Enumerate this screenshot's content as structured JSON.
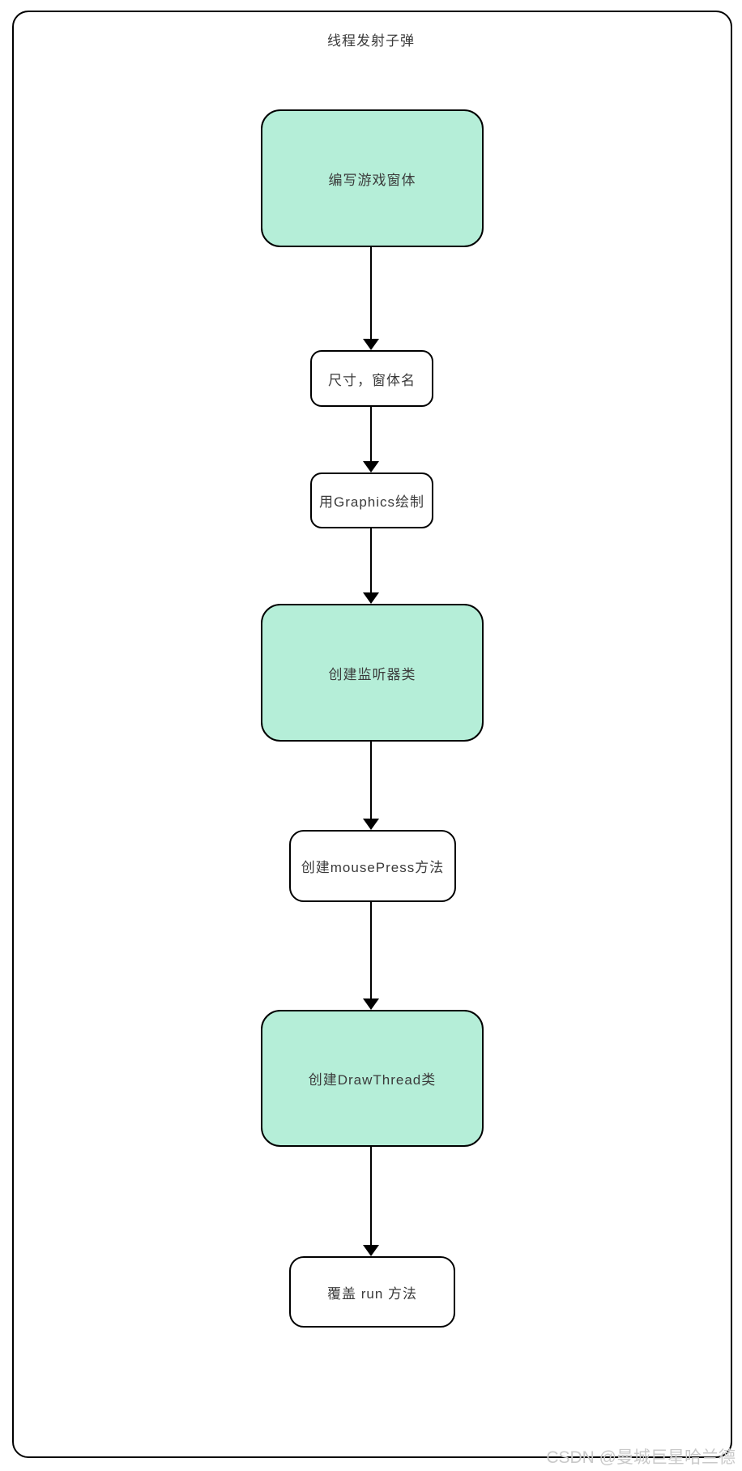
{
  "diagram": {
    "title": "线程发射子弹",
    "nodes": [
      {
        "label": "编写游戏窗体",
        "style": "green"
      },
      {
        "label": "尺寸，窗体名",
        "style": "white"
      },
      {
        "label": "用Graphics绘制",
        "style": "white"
      },
      {
        "label": "创建监听器类",
        "style": "green"
      },
      {
        "label": "创建mousePress方法",
        "style": "white"
      },
      {
        "label": "创建DrawThread类",
        "style": "green"
      },
      {
        "label": "覆盖 run 方法",
        "style": "white"
      }
    ],
    "edges": [
      {
        "from": "编写游戏窗体",
        "to": "尺寸，窗体名"
      },
      {
        "from": "尺寸，窗体名",
        "to": "用Graphics绘制"
      },
      {
        "from": "用Graphics绘制",
        "to": "创建监听器类"
      },
      {
        "from": "创建监听器类",
        "to": "创建mousePress方法"
      },
      {
        "from": "创建mousePress方法",
        "to": "创建DrawThread类"
      },
      {
        "from": "创建DrawThread类",
        "to": "覆盖 run 方法"
      }
    ],
    "colors": {
      "green_fill": "#b5eed8",
      "white_fill": "#ffffff",
      "stroke": "#000000",
      "text": "#3b3b3b",
      "watermark_text": "#c9c9c9"
    }
  },
  "watermark": {
    "text": "CSDN @曼城巨星哈兰德"
  }
}
